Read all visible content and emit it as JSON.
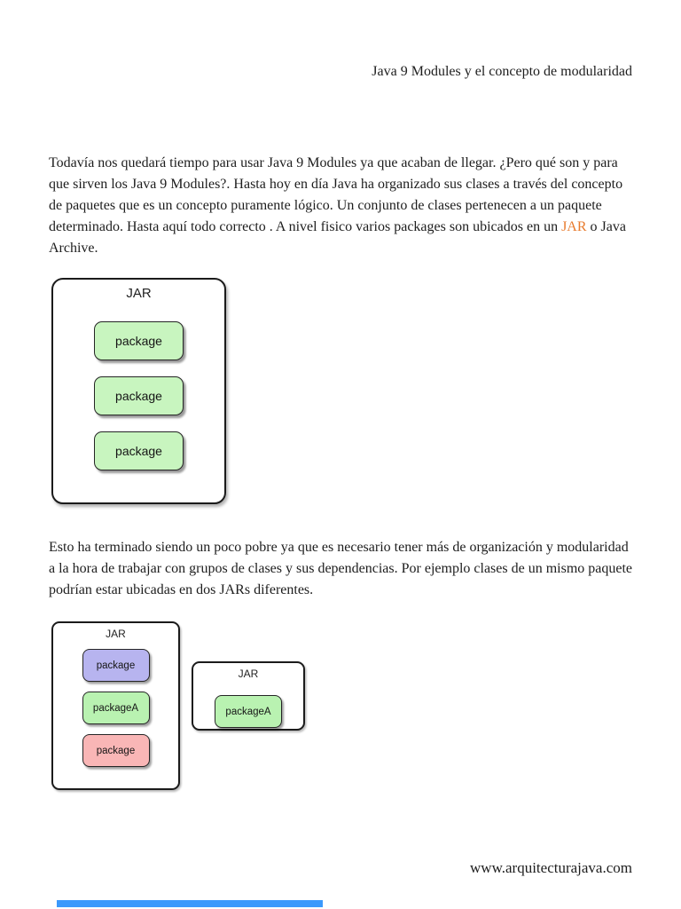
{
  "header": {
    "title": "Java 9 Modules y el concepto de modularidad"
  },
  "paragraph1": {
    "before_link": "Todavía nos quedará tiempo para usar Java 9 Modules ya que acaban de llegar. ¿Pero qué son y para que sirven los Java 9 Modules?. Hasta hoy en día Java ha organizado sus clases a través del concepto de paquetes que es un concepto puramente lógico. Un conjunto de clases pertenecen a un paquete determinado. Hasta aquí todo correcto . A nivel fisico varios packages son ubicados en un ",
    "link_text": "JAR",
    "after_link": " o Java Archive.",
    "link_color": "#e87b2e"
  },
  "paragraph2": "Esto ha terminado siendo un poco pobre ya que es necesario tener más de organización y modularidad a la hora de trabajar con grupos de clases y sus dependencias. Por ejemplo clases de un mismo paquete podrían estar ubicadas en dos JARs diferentes.",
  "diagram1": {
    "container_label": "JAR",
    "packages": [
      {
        "label": "package",
        "color": "#c8f5bf"
      },
      {
        "label": "package",
        "color": "#c8f5bf"
      },
      {
        "label": "package",
        "color": "#c8f5bf"
      }
    ]
  },
  "diagram2": {
    "left_jar": {
      "container_label": "JAR",
      "packages": [
        {
          "label": "package",
          "color": "#b7b4ef"
        },
        {
          "label": "packageA",
          "color": "#b9f2b1"
        },
        {
          "label": "package",
          "color": "#f9b6b6"
        }
      ]
    },
    "right_jar": {
      "container_label": "JAR",
      "packages": [
        {
          "label": "packageA",
          "color": "#b9f2b1"
        }
      ]
    }
  },
  "footer": {
    "url": "www.arquitecturajava.com"
  },
  "decor": {
    "selection_bar_color": "#3b99fc"
  }
}
